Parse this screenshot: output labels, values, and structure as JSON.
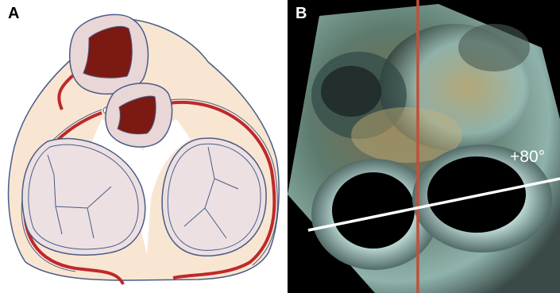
{
  "panels": {
    "a": {
      "label": "A"
    },
    "b": {
      "label": "B",
      "angle_label": "+80°"
    }
  },
  "colors": {
    "tissue_fill": "#f8e6d3",
    "outline": "#4a5c86",
    "vessel_red": "#c0282a",
    "valve_fill": "#e9d6d6",
    "valve_orifice": "#7b1a12",
    "echo_vertical_line": "#c0503a",
    "echo_plane_line": "#ffffff"
  }
}
